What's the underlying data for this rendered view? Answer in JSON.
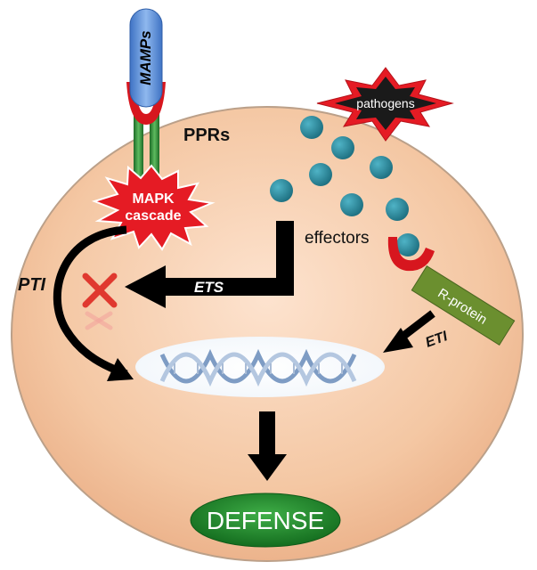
{
  "labels": {
    "mamps": "MAMPs",
    "pprs": "PPRs",
    "pathogens": "pathogens",
    "mapk_line1": "MAPK",
    "mapk_line2": "cascade",
    "effectors": "effectors",
    "pti": "PTI",
    "ets": "ETS",
    "eti": "ETI",
    "r_protein": "R-protein",
    "defense": "DEFENSE"
  },
  "colors": {
    "cell_fill": "#f3c6a5",
    "cell_stroke": "#b9a08c",
    "mamp_blue": "#5b8fd6",
    "receptor_green": "#2f8f3a",
    "receptor_red": "#d7161e",
    "burst_red": "#e51b24",
    "effector_teal": "#2a8799",
    "r_protein_green": "#6b8f2f",
    "defense_green": "#1f8a2b",
    "arrow_black": "#000000",
    "dna_blue": "#9fb7d6",
    "x_mark_red": "#e0392f"
  },
  "icons": {
    "block": "x-mark-icon",
    "dna": "dna-helix-icon"
  }
}
